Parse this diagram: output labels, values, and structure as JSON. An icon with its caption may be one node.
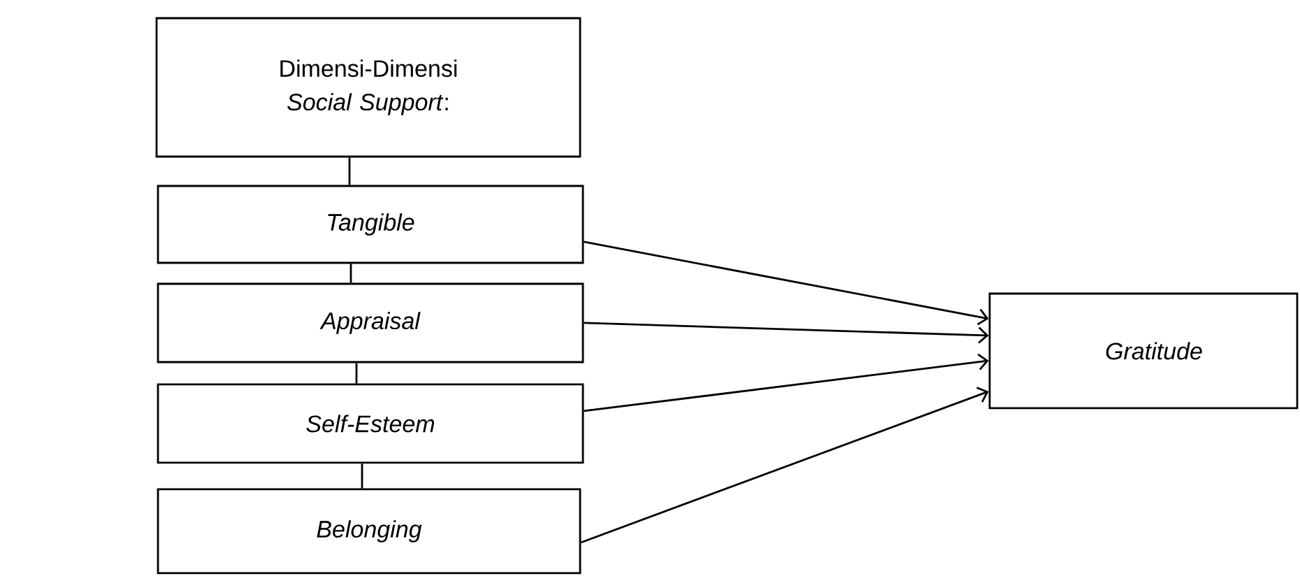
{
  "diagram": {
    "nodes": [
      {
        "text": [
          "Dimensi-Dimensi *Social Support*:"
        ]
      },
      {
        "text": [
          "Tangible"
        ]
      },
      {
        "text": [
          "Appraisal"
        ]
      },
      {
        "text": [
          "Self-Esteem"
        ]
      },
      {
        "text": [
          "Belonging"
        ]
      },
      {
        "text": [
          "Gratitude"
        ]
      }
    ],
    "edges": [
      {
        "from": 0,
        "to": 1,
        "arrow": "none"
      },
      {
        "from": 1,
        "to": 2,
        "arrow": "none"
      },
      {
        "from": 2,
        "to": 3,
        "arrow": "none"
      },
      {
        "from": 3,
        "to": 4,
        "arrow": "none"
      },
      {
        "from": 1,
        "to": 5,
        "arrow": "to"
      },
      {
        "from": 2,
        "to": 5,
        "arrow": "to"
      },
      {
        "from": 3,
        "to": 5,
        "arrow": "to"
      },
      {
        "from": 4,
        "to": 5,
        "arrow": "to"
      }
    ]
  }
}
